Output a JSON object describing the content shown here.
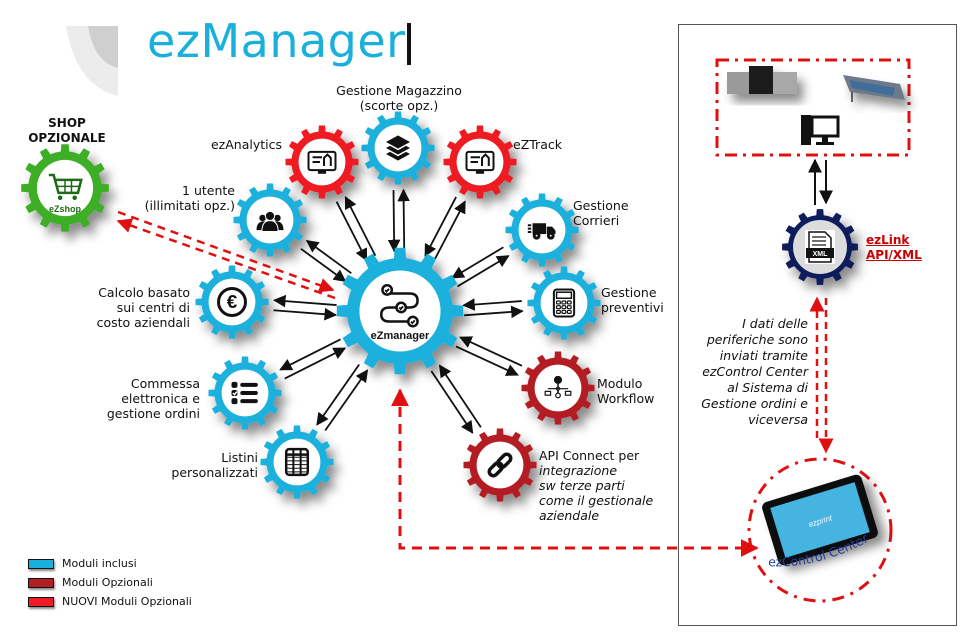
{
  "header": {
    "title": "ezManager"
  },
  "colors": {
    "included": "#1ab0dc",
    "optional": "#b21e23",
    "new_optional": "#ee1c24",
    "shop": "#3cae28",
    "ezlink": "#0f1a5a",
    "dashed_link": "#e01010"
  },
  "center": {
    "label": "eZmanager",
    "icon": "workflow-path-icon"
  },
  "shop": {
    "title_line1": "SHOP",
    "title_line2": "OPZIONALE",
    "gear_label": "eZshop",
    "icon": "shopping-cart-icon"
  },
  "modules": [
    {
      "id": "magazzino",
      "lines": [
        "Gestione Magazzino",
        "(scorte opz.)"
      ],
      "type": "included",
      "icon": "layers-icon"
    },
    {
      "id": "ezanalytics",
      "lines": [
        "ezAnalytics"
      ],
      "type": "new_optional",
      "icon": "monitor-chart-icon"
    },
    {
      "id": "eztrack",
      "lines": [
        "eZTrack"
      ],
      "type": "new_optional",
      "icon": "monitor-chart-icon"
    },
    {
      "id": "utenti",
      "lines": [
        "1 utente",
        "(illimitati opz.)"
      ],
      "type": "included",
      "icon": "users-group-icon"
    },
    {
      "id": "corrieri",
      "lines": [
        "Gestione",
        "Corrieri"
      ],
      "type": "included",
      "icon": "delivery-truck-icon"
    },
    {
      "id": "calcolo",
      "lines": [
        "Calcolo basato",
        "sui centri di",
        "costo aziendali"
      ],
      "type": "included",
      "icon": "euro-icon"
    },
    {
      "id": "preventivi",
      "lines": [
        "Gestione",
        "preventivi"
      ],
      "type": "included",
      "icon": "calculator-icon"
    },
    {
      "id": "commessa",
      "lines": [
        "Commessa",
        "elettronica e",
        "gestione ordini"
      ],
      "type": "included",
      "icon": "checklist-icon"
    },
    {
      "id": "workflow",
      "lines": [
        "Modulo",
        "Workflow"
      ],
      "type": "optional",
      "icon": "flowchart-icon"
    },
    {
      "id": "listini",
      "lines": [
        "Listini",
        "personalizzati"
      ],
      "type": "included",
      "icon": "spreadsheet-icon"
    },
    {
      "id": "api",
      "lines": [
        "API Connect per"
      ],
      "italic_lines": [
        "integrazione",
        "sw terze parti",
        "come il gestionale",
        "aziendale"
      ],
      "type": "optional",
      "icon": "chain-link-icon"
    }
  ],
  "right_panel": {
    "devices": [
      "production-printer-icon",
      "wide-format-printer-icon",
      "desktop-computer-icon"
    ],
    "ezlink": {
      "line1": "ezLink",
      "line2": "API/XML",
      "icon_text": "XML"
    },
    "description": [
      "I dati delle",
      "periferiche sono",
      "inviati tramite",
      "ezControl Center",
      "al Sistema di",
      "Gestione ordini e",
      "viceversa"
    ],
    "control_center": {
      "label": "ezControl Center",
      "screen_text": "ezprint"
    }
  },
  "legend": [
    {
      "label": "Moduli inclusi",
      "color": "#1ab0dc"
    },
    {
      "label": "Moduli Opzionali",
      "color": "#b21e23"
    },
    {
      "label": "NUOVI Moduli Opzionali",
      "color": "#ee1c24"
    }
  ]
}
